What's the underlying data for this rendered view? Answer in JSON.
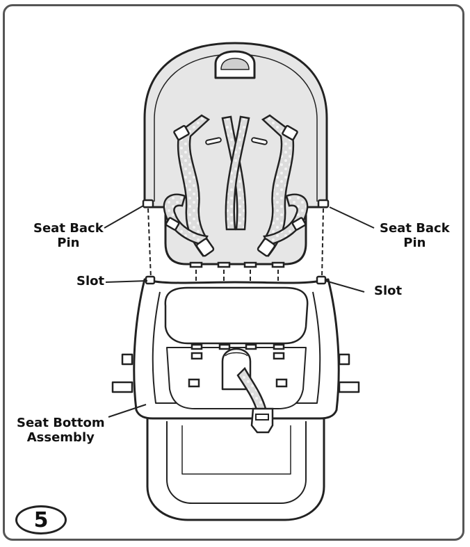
{
  "labels": {
    "seat_back_pin_left": [
      "Seat Back",
      "Pin"
    ],
    "seat_back_pin_right": [
      "Seat Back",
      "Pin"
    ],
    "slot_left": "Slot",
    "slot_right": "Slot",
    "seat_bottom_assembly": [
      "Seat Bottom",
      "Assembly"
    ]
  },
  "step_number": "5",
  "colors": {
    "outline": "#222222",
    "seat_back_fill": "#e6e6e6",
    "strap_fill": "#d9d9d9",
    "frame_border": "#555555"
  }
}
